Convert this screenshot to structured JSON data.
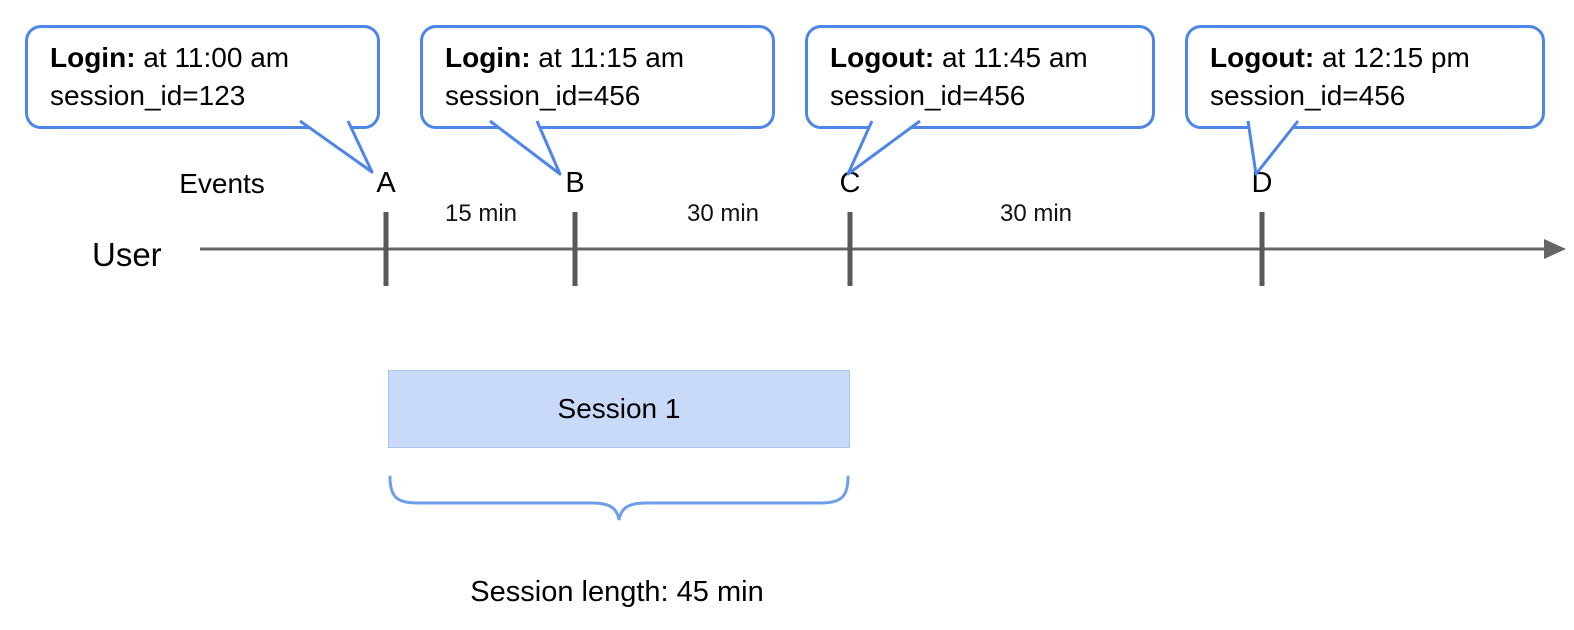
{
  "diagram": {
    "callouts": [
      {
        "label": "Login:",
        "time": " at 11:00 am",
        "session": "session_id=123"
      },
      {
        "label": "Login:",
        "time": " at 11:15 am",
        "session": "session_id=456"
      },
      {
        "label": "Logout:",
        "time": " at 11:45 am",
        "session": "session_id=456"
      },
      {
        "label": "Logout:",
        "time": " at 12:15 pm",
        "session": "session_id=456"
      }
    ],
    "events_label": "Events",
    "user_label": "User",
    "event_markers": [
      "A",
      "B",
      "C",
      "D"
    ],
    "intervals": [
      "15 min",
      "30 min",
      "30 min"
    ],
    "session_box_label": "Session 1",
    "session_length_label": "Session length: 45 min",
    "colors": {
      "callout_border": "#4e85e8",
      "session_fill": "#c9daf8",
      "brace": "#6d9eeb",
      "timeline": "#666666",
      "tick": "#595959"
    }
  }
}
